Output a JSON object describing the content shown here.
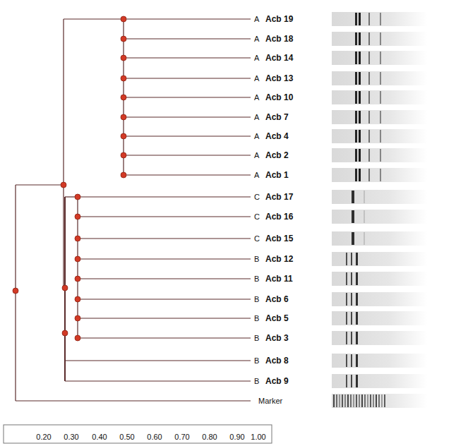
{
  "diagram": {
    "labels": [
      "A",
      "Acb 19",
      "A",
      "Acb 18",
      "A",
      "Acb 14",
      "A",
      "Acb 13",
      "A",
      "Acb 10",
      "A",
      "Acb 7",
      "A",
      "Acb 4",
      "A",
      "Acb 2",
      "A",
      "Acb 1",
      "C",
      "Acb 17",
      "C",
      "Acb 16",
      "C",
      "Acb 15",
      "B",
      "Acb 12",
      "B",
      "Acb 11",
      "B",
      "Acb 6",
      "B",
      "Acb 5",
      "B",
      "Acb 3",
      "B",
      "Acb 8",
      "B",
      "Acb 9",
      "Marker",
      "0.20",
      "0.30",
      "0.40",
      "0.50",
      "0.60",
      "0.70",
      "0.80",
      "0.90",
      "1.00"
    ]
  }
}
